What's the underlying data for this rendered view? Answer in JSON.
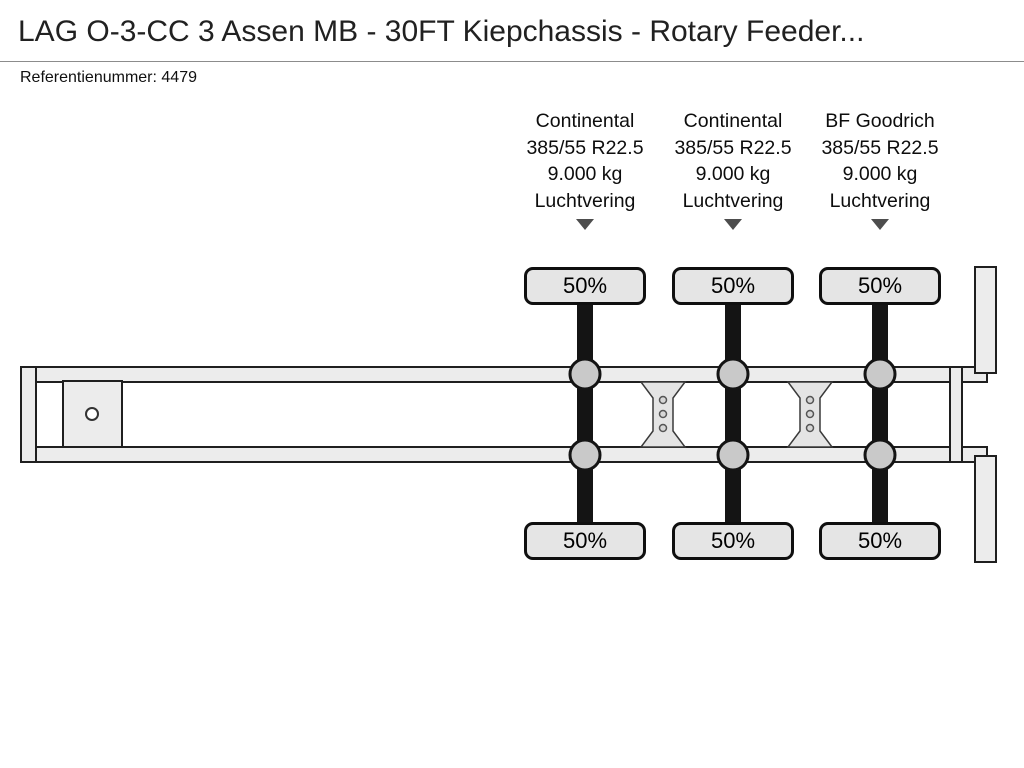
{
  "page": {
    "title": "LAG O-3-CC 3 Assen MB - 30FT Kiepchassis - Rotary Feeder...",
    "reference": "Referentienummer: 4479"
  },
  "chassis": {
    "axles": [
      {
        "brand": "Continental",
        "tire_size": "385/55 R22.5",
        "axle_load": "9.000 kg",
        "suspension": "Luchtvering",
        "load_top": "50%",
        "load_bottom": "50%"
      },
      {
        "brand": "Continental",
        "tire_size": "385/55 R22.5",
        "axle_load": "9.000 kg",
        "suspension": "Luchtvering",
        "load_top": "50%",
        "load_bottom": "50%"
      },
      {
        "brand": "BF Goodrich",
        "tire_size": "385/55 R22.5",
        "axle_load": "9.000 kg",
        "suspension": "Luchtvering",
        "load_top": "50%",
        "load_bottom": "50%"
      }
    ],
    "colors": {
      "background": "#ffffff",
      "frame_fill": "#ececec",
      "outline": "#1a1a1a",
      "axle_bar": "#141414",
      "badge_fill": "#e5e5e5",
      "text": "#111111"
    }
  }
}
